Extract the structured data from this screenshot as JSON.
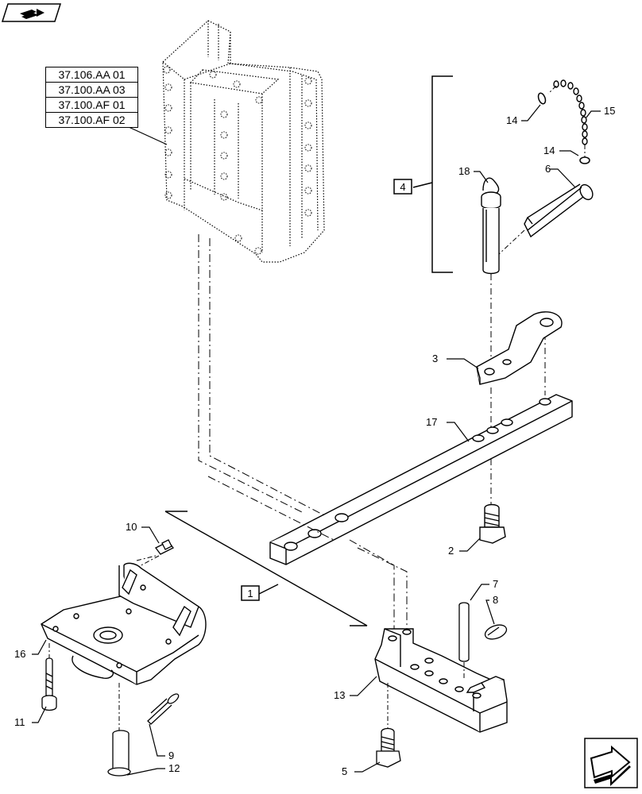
{
  "icons": {
    "top_left": "book-arrow-icon",
    "bottom_right": "next-page-arrow-icon"
  },
  "references": [
    "37.106.AA 01",
    "37.100.AA 03",
    "37.100.AF 01",
    "37.100.AF 02"
  ],
  "boxed_labels": {
    "assembly_1": "1",
    "assembly_4": "4"
  },
  "callouts": {
    "c2": "2",
    "c3": "3",
    "c5": "5",
    "c6": "6",
    "c7": "7",
    "c8": "8",
    "c9": "9",
    "c10": "10",
    "c11": "11",
    "c12": "12",
    "c13": "13",
    "c14a": "14",
    "c14b": "14",
    "c15": "15",
    "c16": "16",
    "c17": "17",
    "c18": "18"
  }
}
